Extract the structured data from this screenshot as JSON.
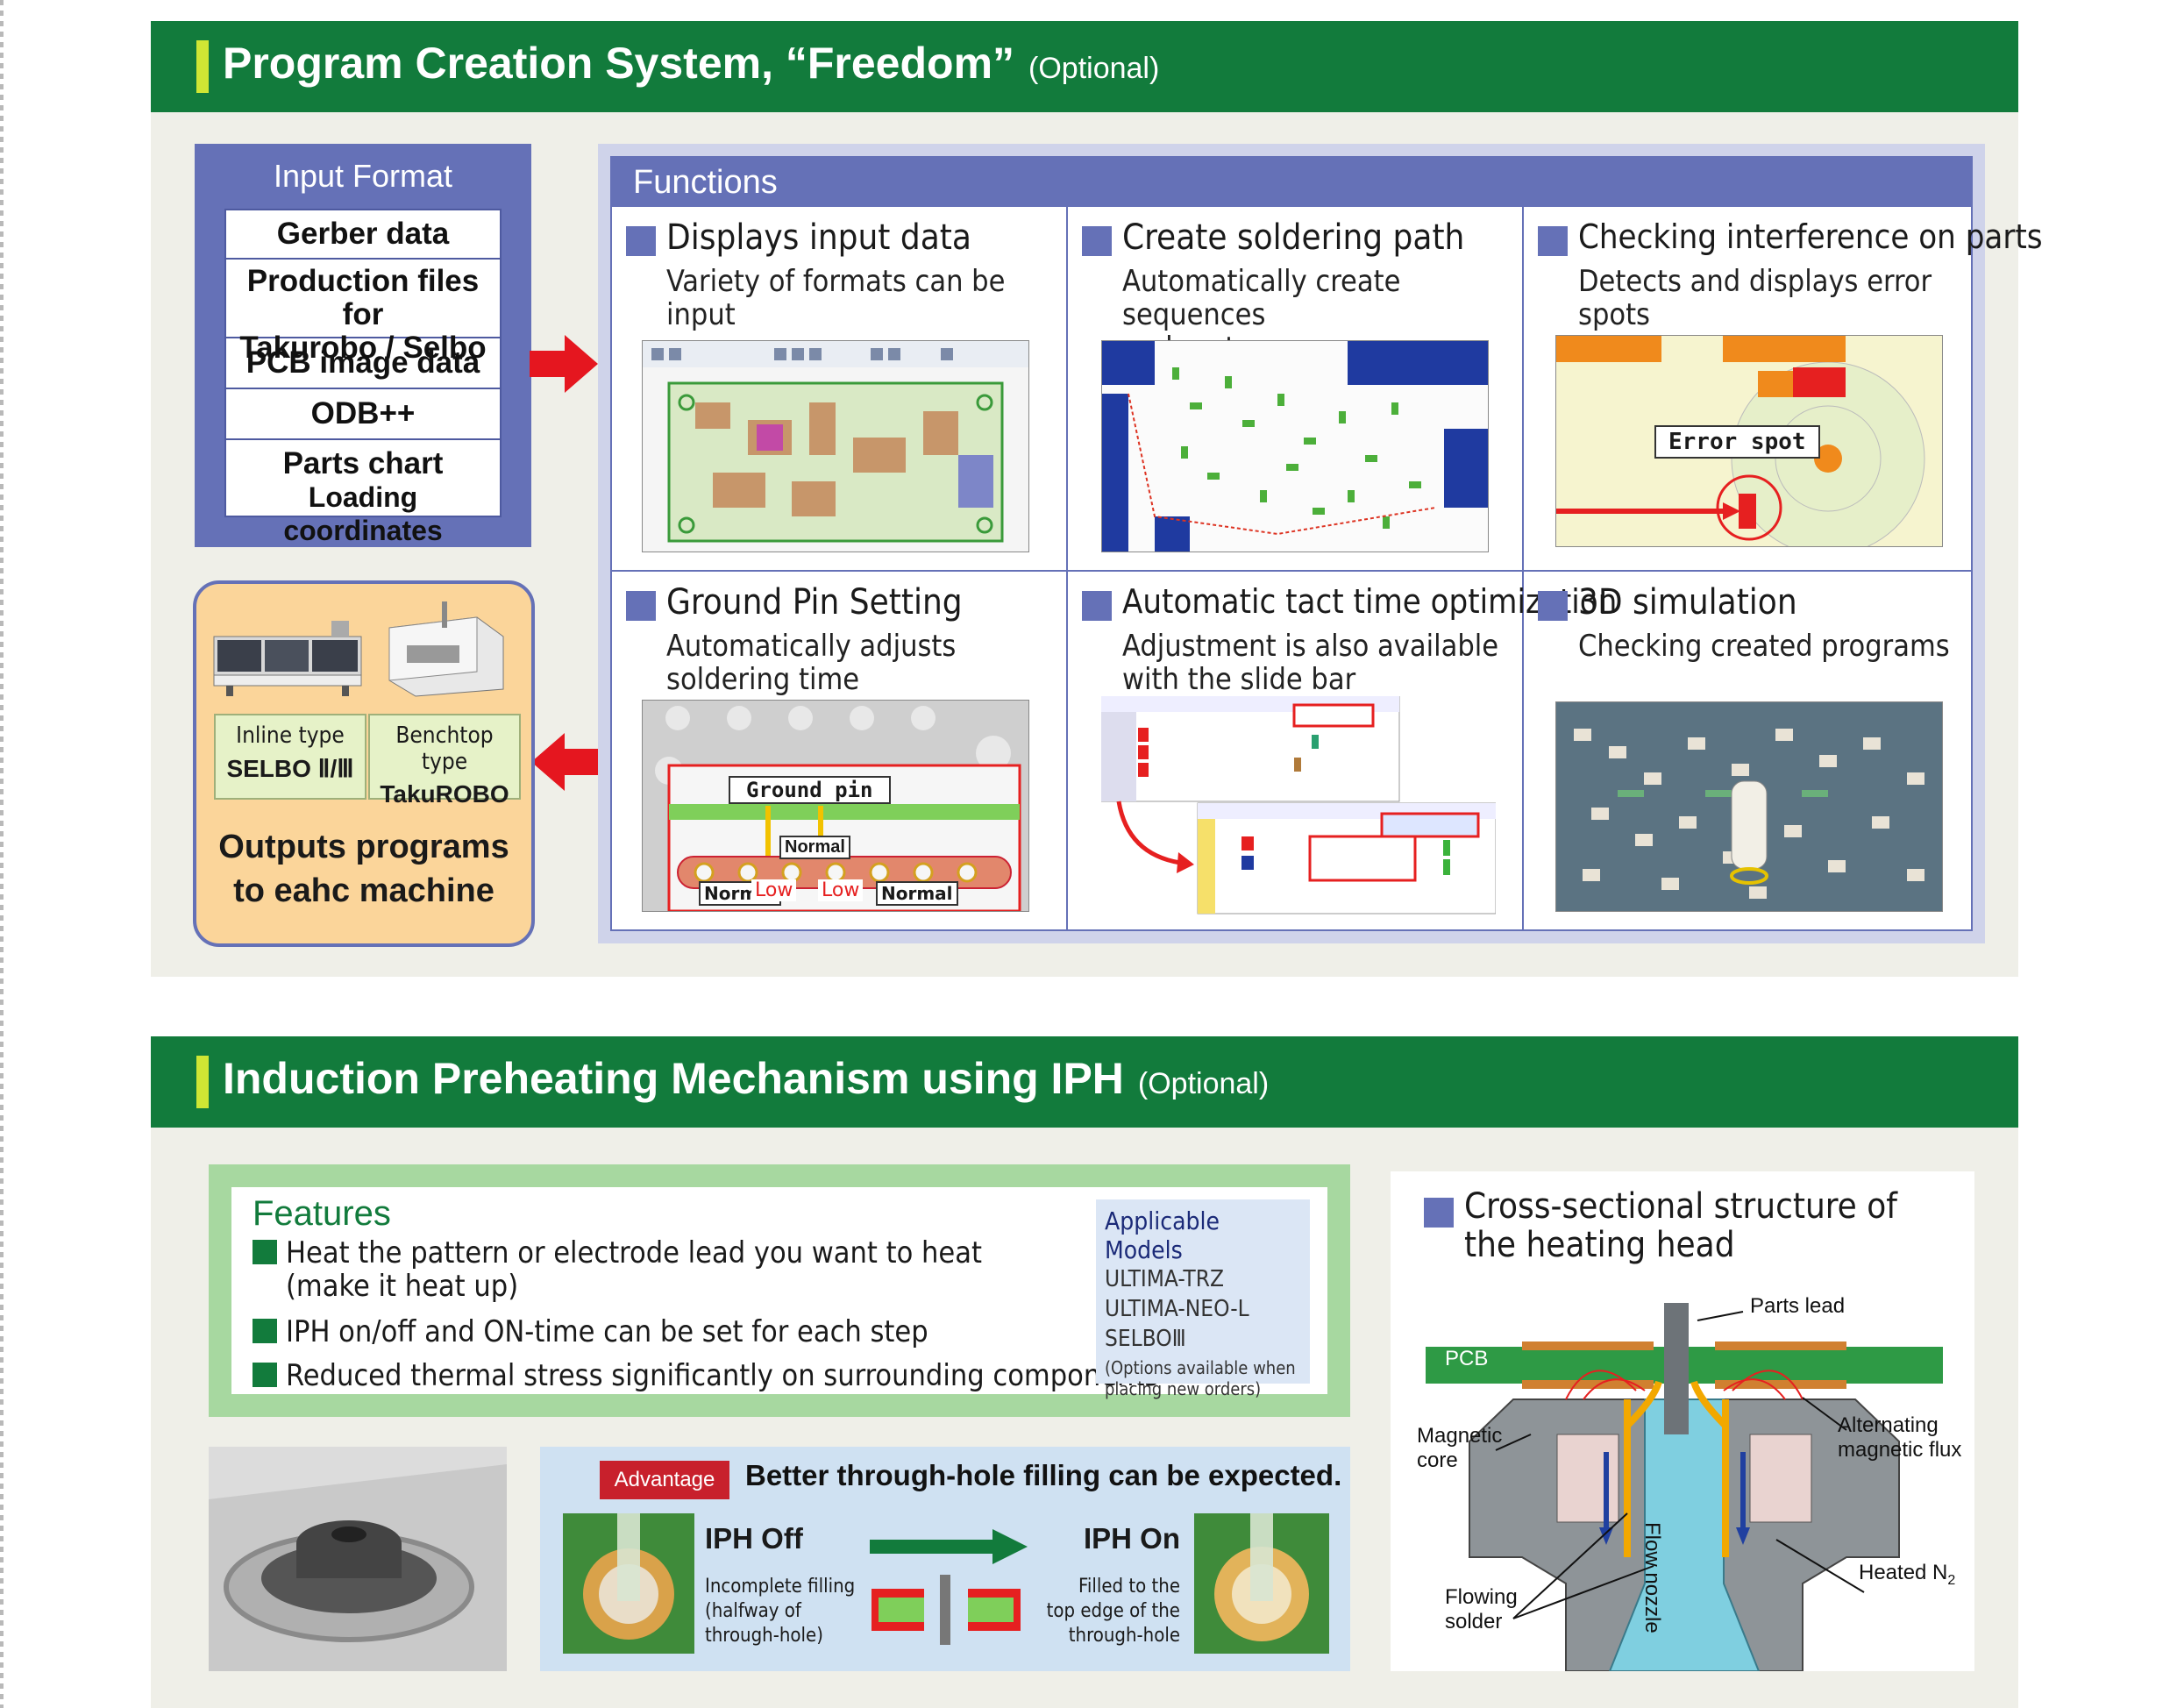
{
  "section1": {
    "title": "Program Creation System, “Freedom”",
    "optional": "(Optional)"
  },
  "input_format": {
    "heading": "Input Format",
    "items": [
      "Gerber data",
      "Production files for",
      "Takurobo / Selbo",
      "PCB image data",
      "ODB++",
      "Parts chart",
      "Loading coordinates"
    ]
  },
  "output": {
    "inline_type": "Inline type",
    "inline_model": "SELBO Ⅱ/Ⅲ",
    "benchtop_type": "Benchtop type",
    "benchtop_model": "TakuROBO",
    "line1": "Outputs programs",
    "line2": "to eahc machine"
  },
  "functions": {
    "heading": "Functions",
    "cells": [
      {
        "title": "Displays input data",
        "desc1": "Variety of formats can be",
        "desc2": "input"
      },
      {
        "title": "Create soldering path",
        "desc1": "Automatically create sequences",
        "desc2": "and routes"
      },
      {
        "title": "Checking interference on parts",
        "desc1": "Detects and displays error",
        "desc2": "spots"
      },
      {
        "title": "Ground Pin Setting",
        "desc1": "Automatically adjusts",
        "desc2": "soldering time"
      },
      {
        "title": "Automatic tact time optimization",
        "desc1": "Adjustment is also available",
        "desc2": "with the slide bar"
      },
      {
        "title": "3D simulation",
        "desc1": "Checking created programs",
        "desc2": ""
      }
    ],
    "error_spot": "Error spot",
    "ground_pin": "Ground pin",
    "normal": "Normal",
    "low": "Low"
  },
  "section2": {
    "title": "Induction Preheating Mechanism using IPH",
    "optional": "(Optional)"
  },
  "features": {
    "heading": "Features",
    "item1a": "Heat the pattern or electrode lead you want to heat",
    "item1b": "(make it heat up)",
    "item2": "IPH on/off and ON-time can be set for each step",
    "item3": "Reduced thermal stress significantly on surrounding components"
  },
  "applicable": {
    "heading": "Applicable Models",
    "models": [
      "ULTIMA-TRZ",
      "ULTIMA-NEO-L",
      "SELBOⅢ"
    ],
    "note1": "(Options available when",
    "note2": "placing new orders)"
  },
  "advantage": {
    "tag": "Advantage",
    "text": "Better through-hole filling can be expected.",
    "off_title": "IPH Off",
    "off_desc": [
      "Incomplete filling",
      "(halfway of",
      "through-hole)"
    ],
    "on_title": "IPH On",
    "on_desc": [
      "Filled to the",
      "top edge of the",
      "through-hole"
    ]
  },
  "cross_section": {
    "title1": "Cross-sectional structure of",
    "title2": "the heating head",
    "parts_lead": "Parts lead",
    "pcb": "PCB",
    "magnetic1": "Magnetic",
    "magnetic2": "core",
    "alt1": "Alternating",
    "alt2": "magnetic flux",
    "flow_nozzle": "Flow nozzle",
    "heated": "Heated N",
    "heated_sub": "2",
    "flowing1": "Flowing",
    "flowing2": "solder"
  },
  "colors": {
    "green": "#127b3c",
    "accent_bar": "#cfe634",
    "purple": "#6571b7",
    "red": "#c8202c"
  }
}
